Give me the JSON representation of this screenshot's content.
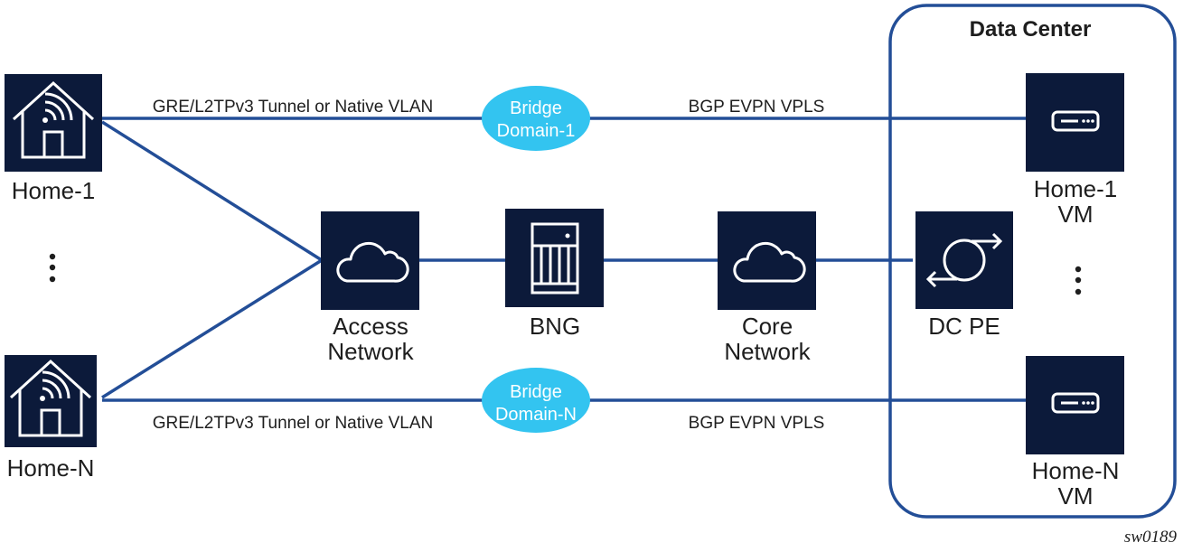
{
  "diagram": {
    "colors": {
      "node_fill": "#0c1a3a",
      "icon_stroke": "#ffffff",
      "link": "#234e97",
      "bridge_fill": "#33c4f0",
      "text": "#1e1e1e"
    },
    "data_center": {
      "title": "Data Center"
    },
    "nodes": {
      "home1": {
        "label": "Home-1",
        "icon": "home-wifi-icon"
      },
      "homeN": {
        "label": "Home-N",
        "icon": "home-wifi-icon"
      },
      "access": {
        "label_line1": "Access",
        "label_line2": "Network",
        "icon": "cloud-icon"
      },
      "bng": {
        "label": "BNG",
        "icon": "chassis-icon"
      },
      "core": {
        "label_line1": "Core",
        "label_line2": "Network",
        "icon": "cloud-icon"
      },
      "dcpe": {
        "label": "DC PE",
        "icon": "router-arrows-icon"
      },
      "vm1": {
        "label_line1": "Home-1",
        "label_line2": "VM",
        "icon": "server-icon"
      },
      "vmN": {
        "label_line1": "Home-N",
        "label_line2": "VM",
        "icon": "server-icon"
      }
    },
    "bridge_domains": {
      "bd1": {
        "line1": "Bridge",
        "line2": "Domain-1"
      },
      "bdN": {
        "line1": "Bridge",
        "line2": "Domain-N"
      }
    },
    "links": {
      "top_tunnel": "GRE/L2TPv3 Tunnel or Native VLAN",
      "top_evpn": "BGP EVPN VPLS",
      "bottom_tunnel": "GRE/L2TPv3 Tunnel or Native VLAN",
      "bottom_evpn": "BGP EVPN VPLS"
    },
    "ellipsis": "⋮",
    "figure_id": "sw0189"
  }
}
